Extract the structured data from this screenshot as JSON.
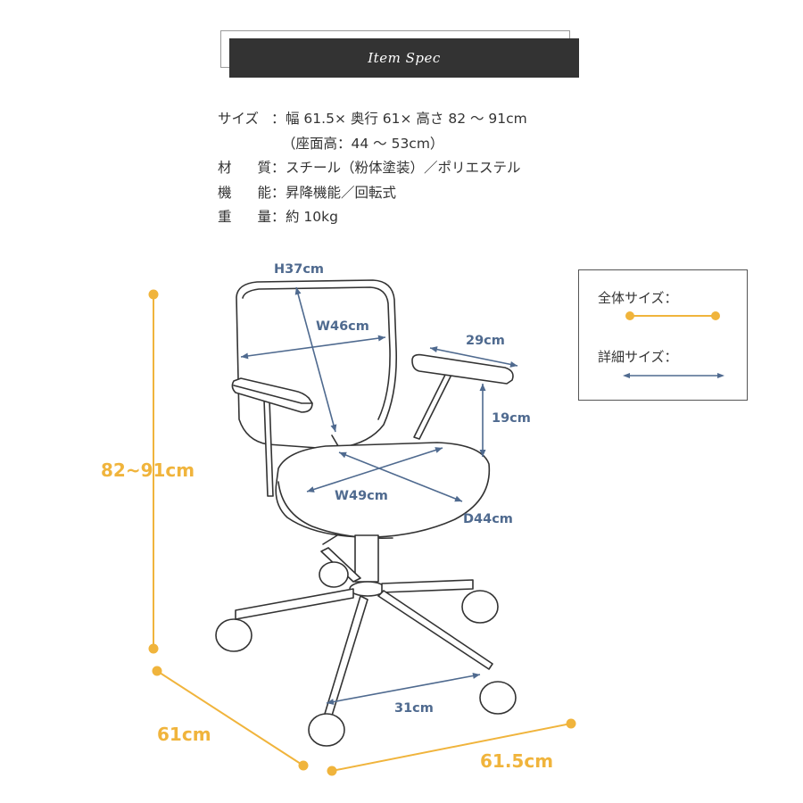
{
  "header": {
    "title": "Item Spec"
  },
  "spec": {
    "rows": [
      {
        "label": "サイズ",
        "value": "幅 61.5× 奥行 61× 高さ 82 〜 91cm"
      },
      {
        "label": "",
        "value": "（座面高：44 〜 53cm）"
      },
      {
        "label": "材質",
        "value": "スチール（粉体塗装）／ポリエステル"
      },
      {
        "label": "機能",
        "value": "昇降機能／回転式"
      },
      {
        "label": "重量",
        "value": "約 10kg"
      }
    ],
    "colon": "："
  },
  "legend": {
    "overall": "全体サイズ：",
    "detail": "詳細サイズ：",
    "overall_color": "#f0b43c",
    "detail_color": "#4f6a8f"
  },
  "dimensions": {
    "back_height": "H37cm",
    "back_width": "W46cm",
    "armrest_length": "29cm",
    "armrest_height": "19cm",
    "seat_width": "W49cm",
    "seat_depth": "D44cm",
    "overall_height": "82~91cm",
    "overall_depth": "61cm",
    "overall_width": "61.5cm",
    "base_span": "31cm"
  }
}
